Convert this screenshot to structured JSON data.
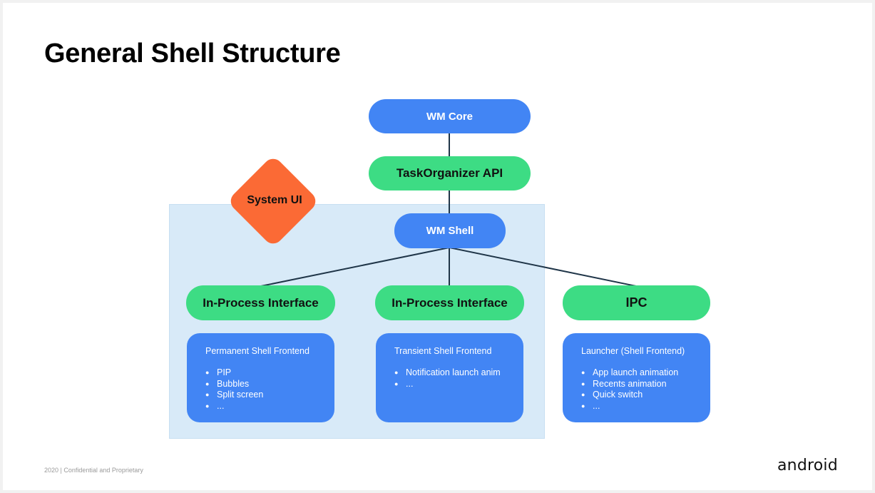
{
  "title": "General Shell Structure",
  "nodes": {
    "wm_core": "WM Core",
    "task_organizer": "TaskOrganizer API",
    "system_ui": "System UI",
    "wm_shell": "WM Shell",
    "in_process_1": "In-Process Interface",
    "in_process_2": "In-Process Interface",
    "ipc": "IPC"
  },
  "cards": [
    {
      "title": "Permanent Shell Frontend",
      "items": [
        "PIP",
        "Bubbles",
        "Split screen",
        "..."
      ]
    },
    {
      "title": "Transient Shell Frontend",
      "items": [
        "Notification launch anim",
        "..."
      ]
    },
    {
      "title": "Launcher (Shell Frontend)",
      "items": [
        "App launch animation",
        "Recents animation",
        "Quick switch",
        "..."
      ]
    }
  ],
  "footer": "2020  |  Confidential and Proprietary",
  "logo": "android",
  "colors": {
    "blue": "#4285f4",
    "green": "#3ddc84",
    "orange": "#fb6a35",
    "region": "#d8eaf8",
    "line": "#1f3548"
  }
}
